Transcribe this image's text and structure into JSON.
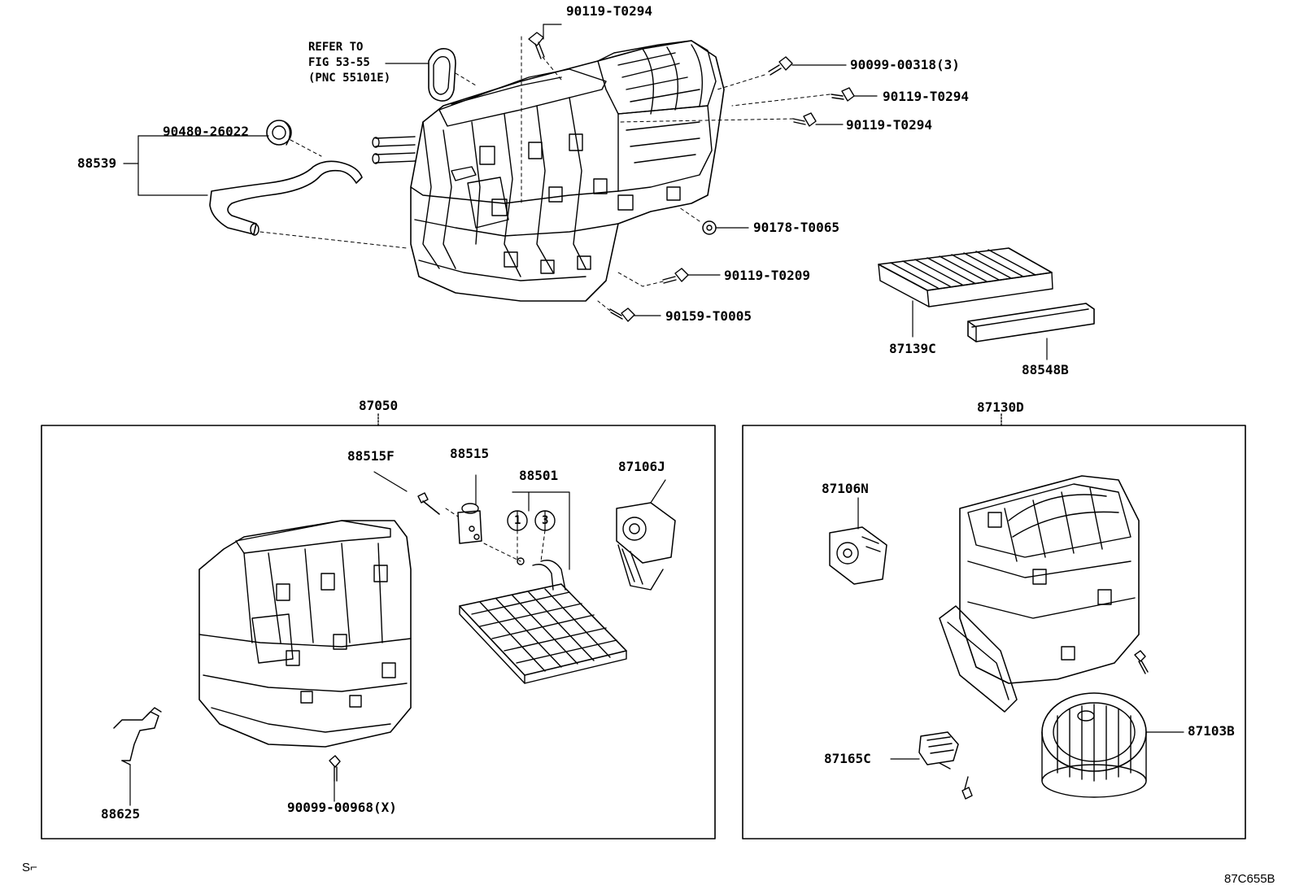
{
  "labels": {
    "refer_line1": "REFER TO",
    "refer_line2": "FIG 53-55",
    "refer_line3": "(PNC 55101E)",
    "p90119_a": "90119-T0294",
    "p90099_00318": "90099-00318(3)",
    "p90119_b": "90119-T0294",
    "p90119_c": "90119-T0294",
    "p90480": "90480-26022",
    "p88539": "88539",
    "p90178": "90178-T0065",
    "p90119_t0209": "90119-T0209",
    "p90159": "90159-T0005",
    "p87139c": "87139C",
    "p88548b": "88548B",
    "p87050": "87050",
    "p87130d": "87130D",
    "p88515f": "88515F",
    "p88515": "88515",
    "p88501": "88501",
    "p87106j": "87106J",
    "circle1": "1",
    "circle3": "3",
    "p88625": "88625",
    "p90099_00968": "90099-00968(X)",
    "p87106n": "87106N",
    "p87103b": "87103B",
    "p87165c": "87165C"
  },
  "footer": {
    "left_mark": "S⌐",
    "figure_code": "87C655B"
  }
}
